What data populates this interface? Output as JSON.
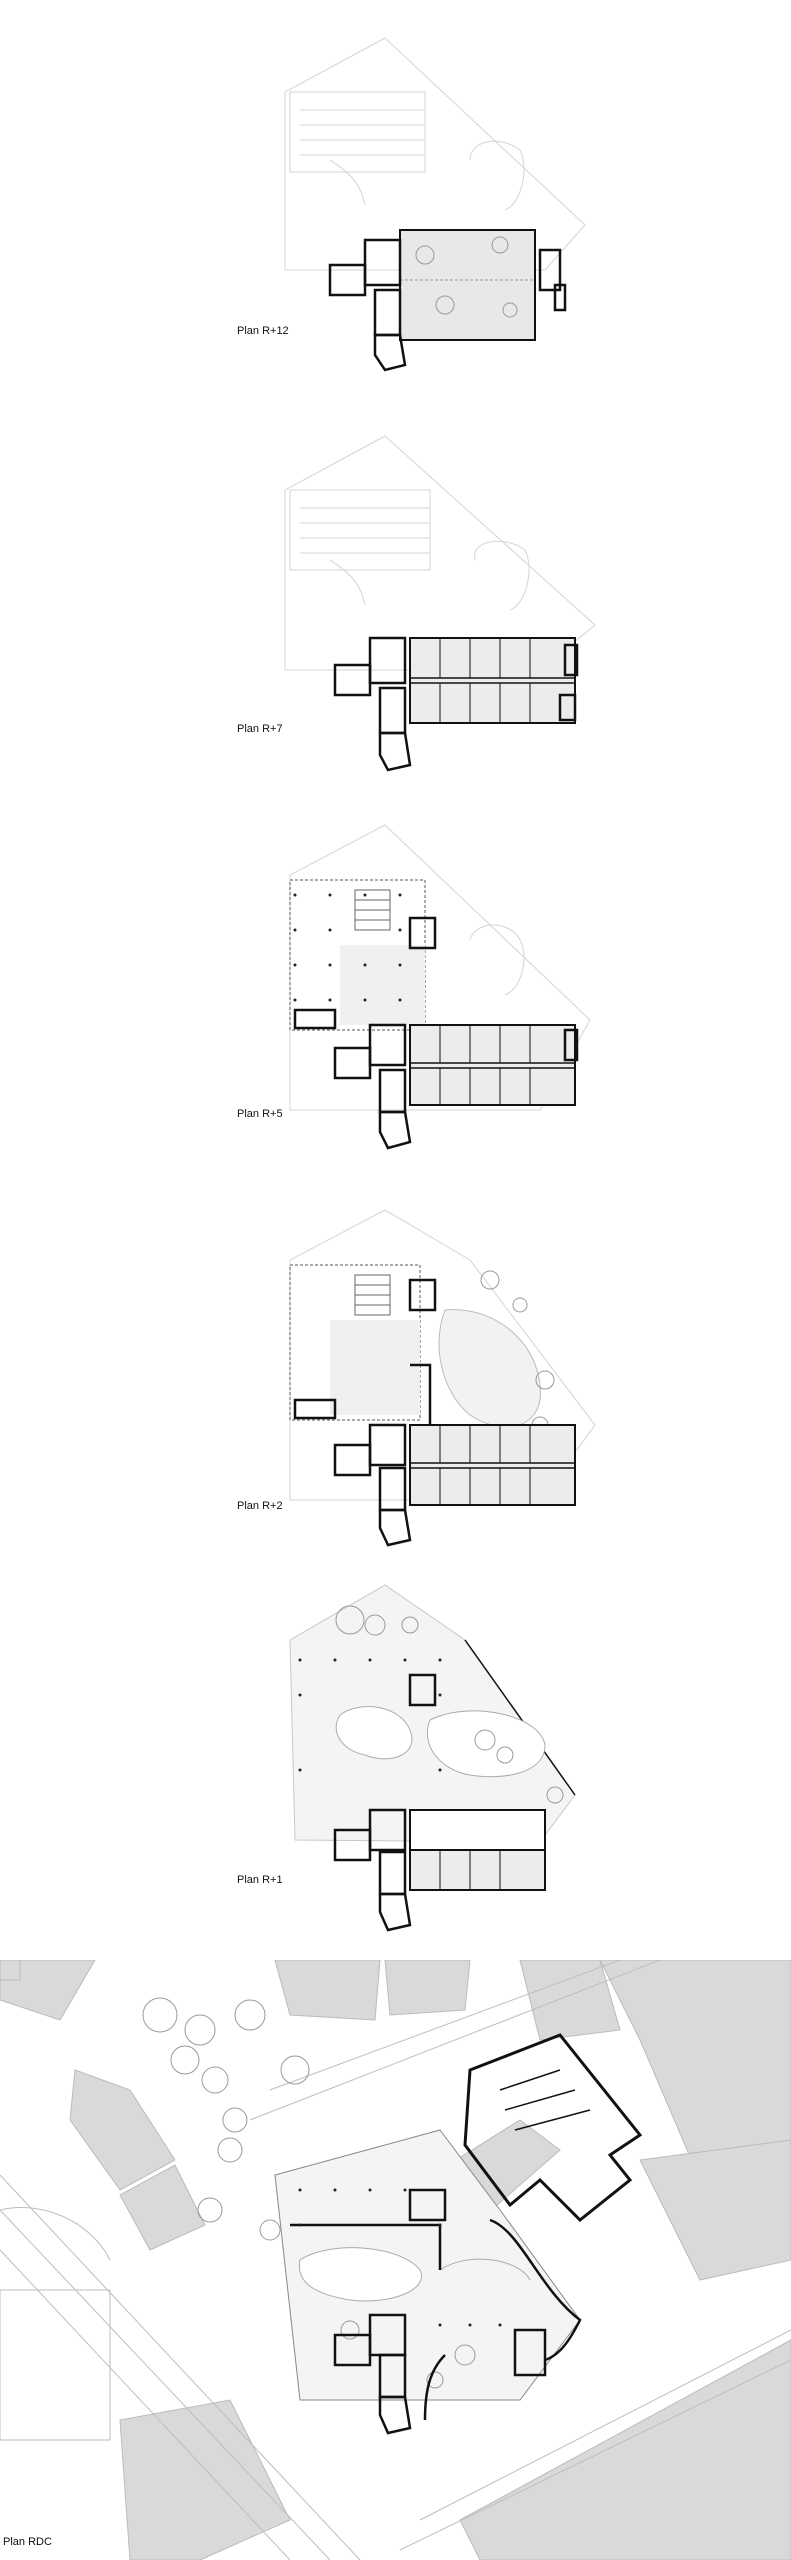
{
  "plans": [
    {
      "label": "Plan R+12"
    },
    {
      "label": "Plan R+7"
    },
    {
      "label": "Plan R+5"
    },
    {
      "label": "Plan R+2"
    },
    {
      "label": "Plan R+1"
    },
    {
      "label": "Plan RDC"
    }
  ],
  "colors": {
    "wall": "#111111",
    "context_line": "#d4d4d4",
    "terrace_fill": "#e8e8e8",
    "block_fill": "#d9d9d9",
    "tree_line": "#9a9a9a"
  }
}
